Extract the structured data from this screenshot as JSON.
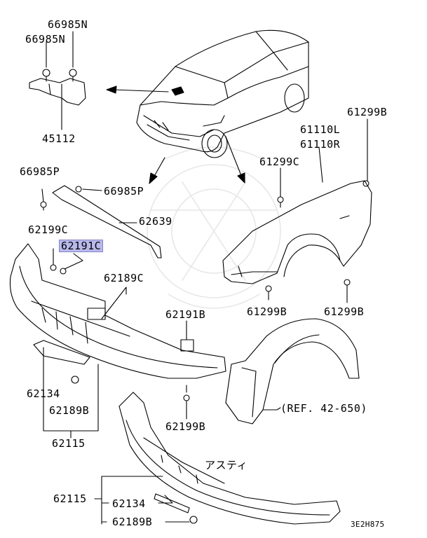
{
  "labels": {
    "l66985n_top": "66985N",
    "l66985n_mid": "66985N",
    "l45112": "45112",
    "l61299b_top": "61299B",
    "l61110l": "61110L",
    "l61110r": "61110R",
    "l61299c": "61299C",
    "l66985p_left": "66985P",
    "l66985p_right": "66985P",
    "l62639": "62639",
    "l62199c": "62199C",
    "l62191c": "62191C",
    "l62189c": "62189C",
    "l62191b": "62191B",
    "l61299b_mid": "61299B",
    "l61299b_right": "61299B",
    "l62134_a": "62134",
    "l62189b_a": "62189B",
    "l62115_a": "62115",
    "l62199b": "62199B",
    "ref": "(REF. 42-650)",
    "asuti": "アスティ",
    "l62115_b": "62115",
    "l62134_b": "62134",
    "l62189b_b": "62189B",
    "code": "3E2H875"
  },
  "highlight_color": "#b9b9ec"
}
